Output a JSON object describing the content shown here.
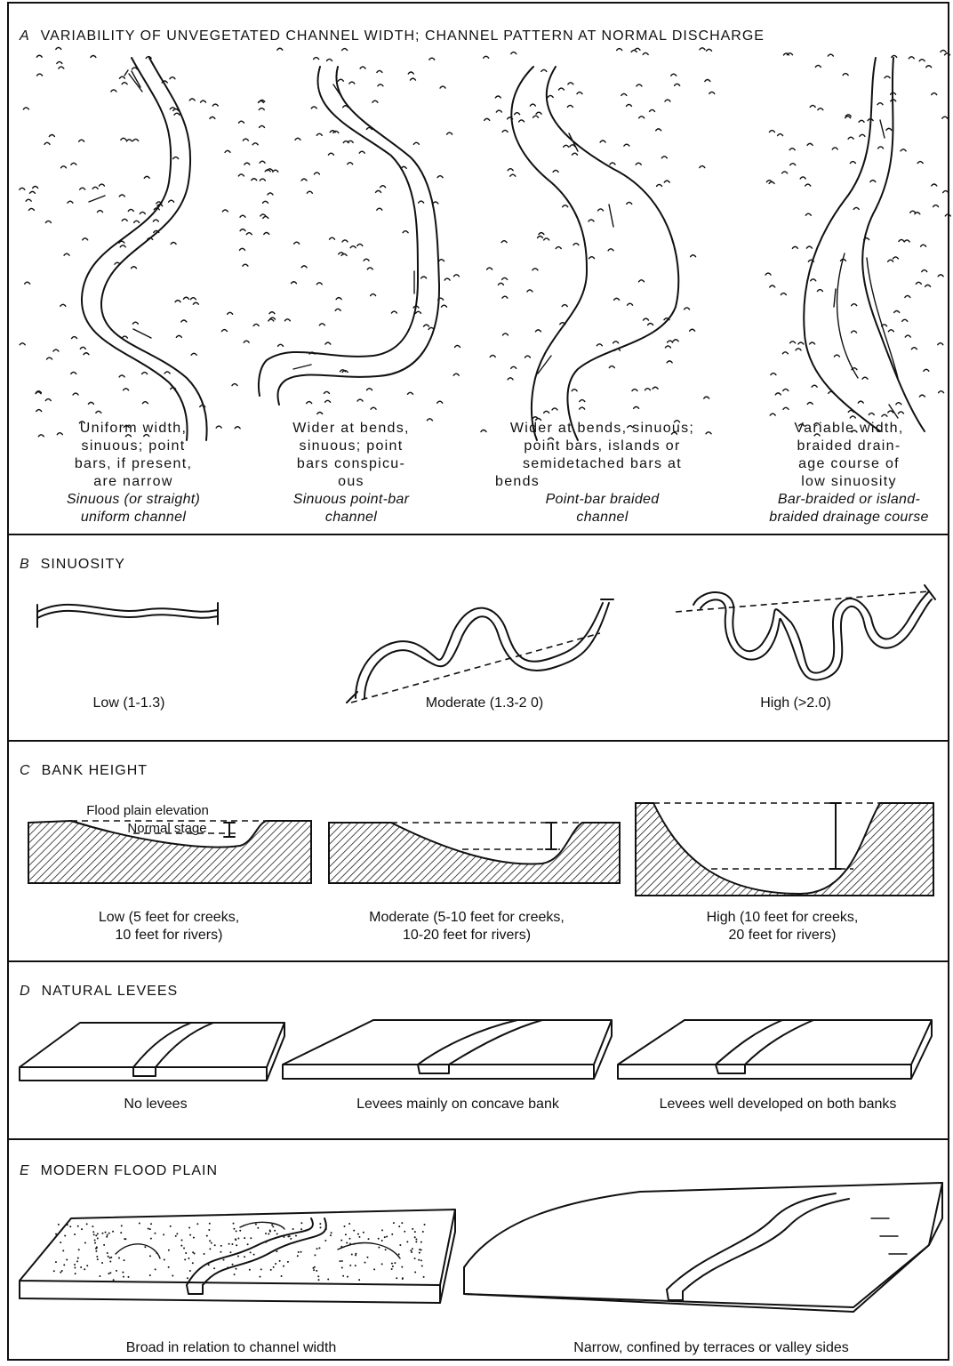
{
  "panel_a": {
    "letter": "A",
    "title": "VARIABILITY OF UNVEGETATED CHANNEL WIDTH; CHANNEL PATTERN AT NORMAL DISCHARGE",
    "items": [
      {
        "desc": [
          "Uniform width,",
          "sinuous; point",
          "bars, if present,",
          "are narrow"
        ],
        "name": [
          "Sinuous (or straight)",
          "uniform channel"
        ]
      },
      {
        "desc": [
          "Wider at bends,",
          "sinuous; point",
          "bars conspicu-",
          "ous"
        ],
        "name": [
          "Sinuous point-bar",
          "channel"
        ]
      },
      {
        "desc": [
          "Wider at bends, sinuous;",
          "point bars, islands or",
          "semidetached bars at",
          "bends"
        ],
        "name": [
          "Point-bar braided",
          "channel"
        ]
      },
      {
        "desc": [
          "Variable width,",
          "braided drain-",
          "age course of",
          "low sinuosity"
        ],
        "name": [
          "Bar-braided or island-",
          "braided drainage course"
        ]
      }
    ]
  },
  "panel_b": {
    "letter": "B",
    "title": "SINUOSITY",
    "items": [
      {
        "label": "Low (1-1.3)",
        "ratio_range": [
          1.0,
          1.3
        ]
      },
      {
        "label": "Moderate (1.3-2 0)",
        "ratio_range": [
          1.3,
          2.0
        ]
      },
      {
        "label": "High (>2.0)",
        "ratio_min": 2.0
      }
    ]
  },
  "panel_c": {
    "letter": "C",
    "title": "BANK HEIGHT",
    "flood_plain_label": "Flood plain elevation",
    "normal_stage_label": "Normal stage",
    "items": [
      {
        "label": [
          "Low (5 feet for creeks,",
          "10 feet for rivers)"
        ],
        "creeks_ft": 5,
        "rivers_ft": 10
      },
      {
        "label": [
          "Moderate (5-10 feet for creeks,",
          "10-20 feet for rivers)"
        ],
        "creeks_ft": [
          5,
          10
        ],
        "rivers_ft": [
          10,
          20
        ]
      },
      {
        "label": [
          "High (10 feet for creeks,",
          "20 feet for rivers)"
        ],
        "creeks_ft": 10,
        "rivers_ft": 20
      }
    ]
  },
  "panel_d": {
    "letter": "D",
    "title": "NATURAL LEVEES",
    "items": [
      {
        "label": "No levees"
      },
      {
        "label": "Levees mainly on concave bank"
      },
      {
        "label": "Levees well developed on both banks"
      }
    ]
  },
  "panel_e": {
    "letter": "E",
    "title": "MODERN FLOOD PLAIN",
    "items": [
      {
        "label": "Broad in relation to channel width"
      },
      {
        "label": "Narrow, confined by terraces or valley sides"
      }
    ]
  }
}
